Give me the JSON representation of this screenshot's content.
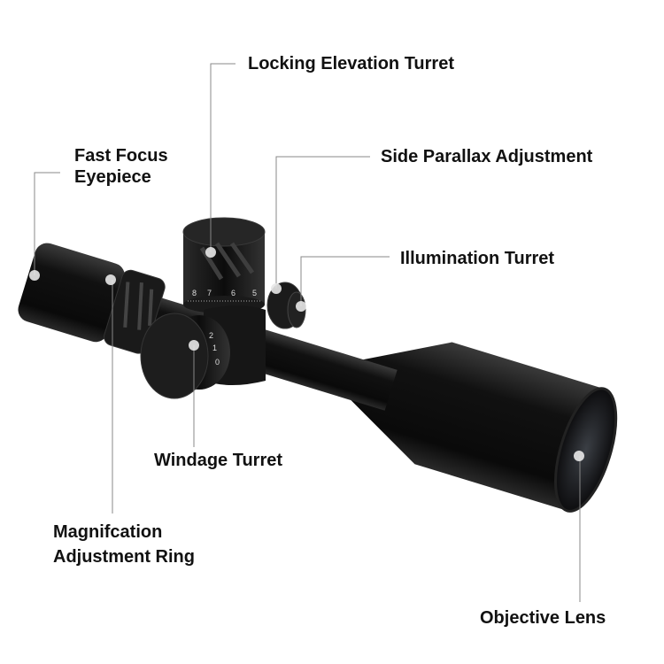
{
  "labels": {
    "elevation": "Locking Elevation Turret",
    "eyepiece_line1": "Fast Focus",
    "eyepiece_line2": "Eyepiece",
    "parallax": "Side Parallax Adjustment",
    "illumination": "Illumination Turret",
    "windage": "Windage Turret",
    "magnification_line1": "Magnifcation",
    "magnification_line2": "Adjustment Ring",
    "objective": "Objective Lens"
  },
  "turret_numbers": [
    "8",
    "7",
    "6",
    "5"
  ],
  "windage_numbers": [
    "2",
    "1",
    "0"
  ],
  "colors": {
    "body": "#151515",
    "highlight": "#4a4a4a",
    "leader": "#888888",
    "dot": "#e6e6e6"
  }
}
